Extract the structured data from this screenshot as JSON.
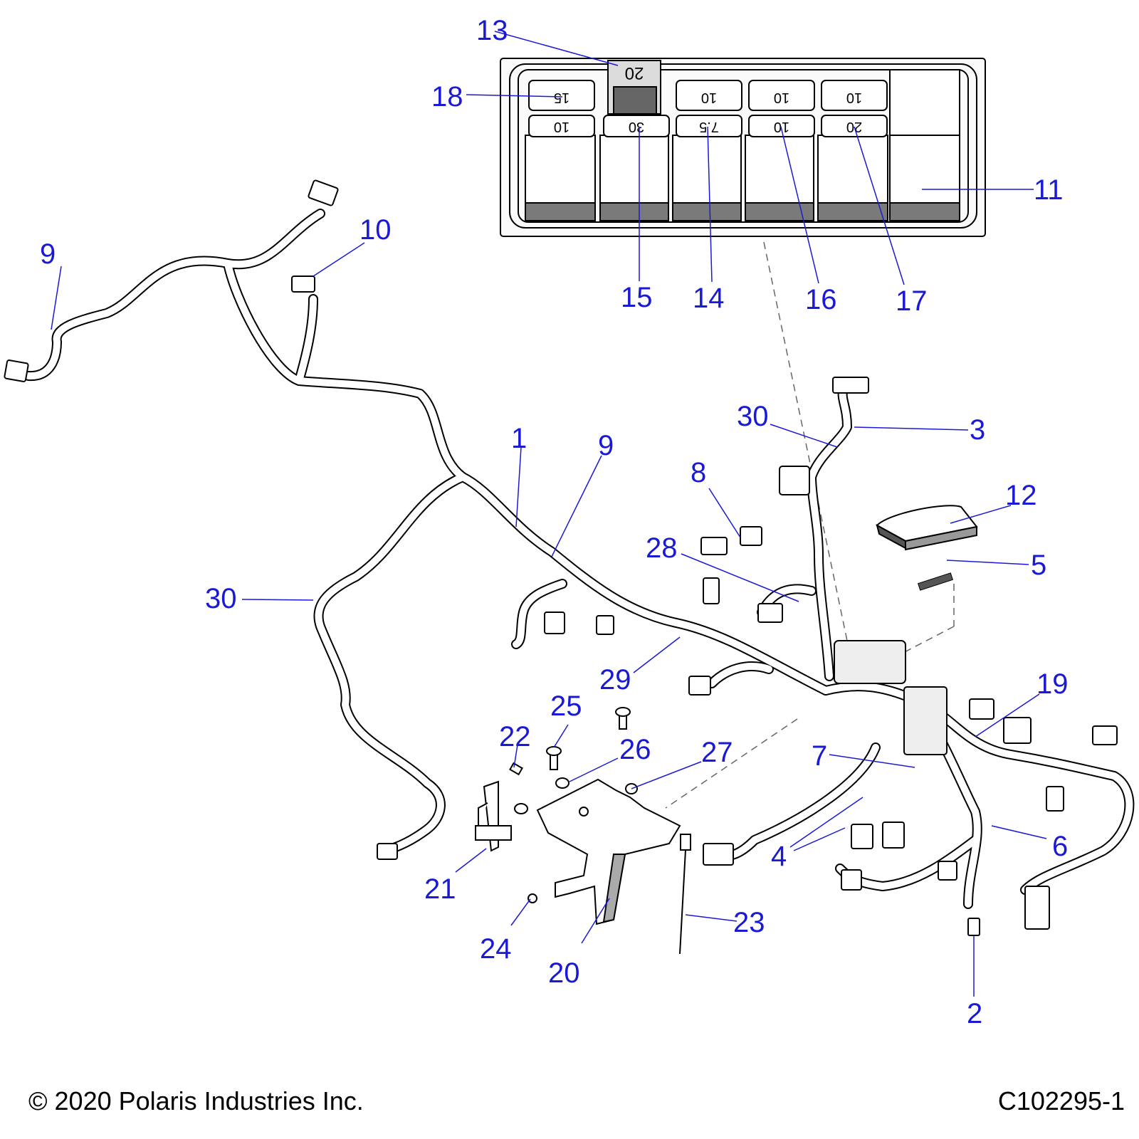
{
  "fuse_box": {
    "fuses_top_row": [
      "15",
      "20",
      "10",
      "10",
      "10"
    ],
    "fuses_bottom_row": [
      "10",
      "30",
      "7.5",
      "10",
      "20"
    ]
  },
  "callouts": [
    "1",
    "2",
    "3",
    "4",
    "5",
    "6",
    "7",
    "8",
    "9",
    "9",
    "10",
    "11",
    "12",
    "13",
    "14",
    "15",
    "16",
    "17",
    "18",
    "19",
    "20",
    "21",
    "22",
    "23",
    "24",
    "25",
    "26",
    "27",
    "28",
    "29",
    "30",
    "30"
  ],
  "footer": {
    "copyright": "© 2020 Polaris Industries Inc.",
    "figure_id": "C102295-1"
  },
  "colors": {
    "callout": "#1a1ad6",
    "line": "#000000",
    "background": "#ffffff"
  }
}
